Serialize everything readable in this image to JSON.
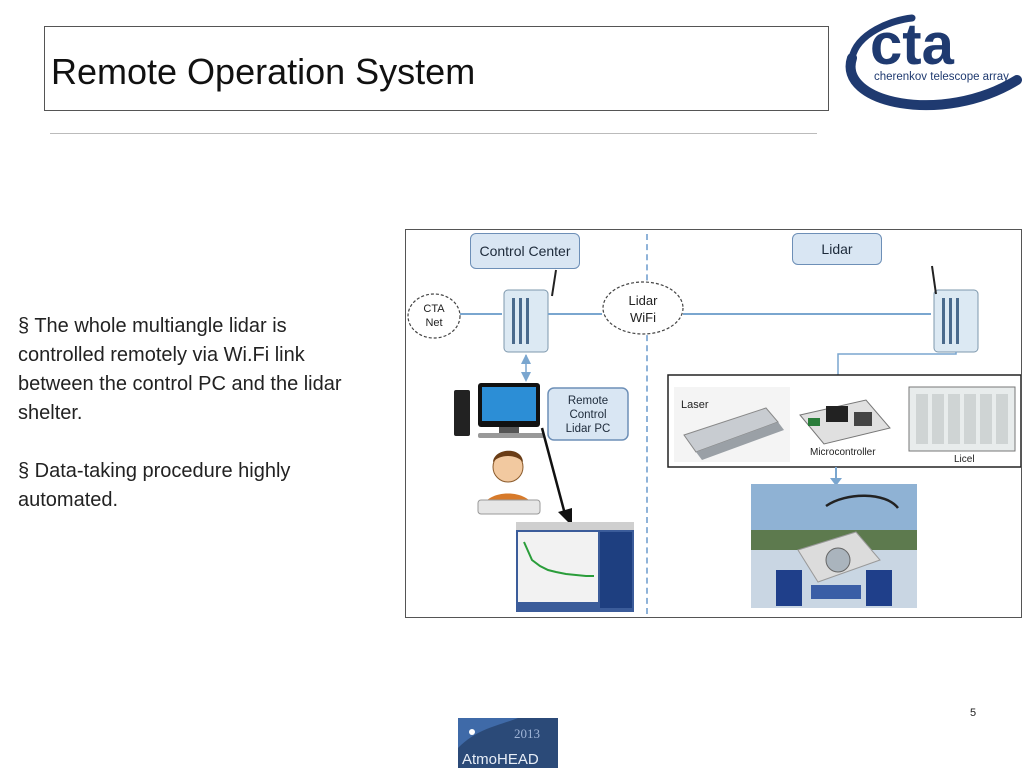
{
  "slide": {
    "title": "Remote Operation System",
    "bullets": [
      "§ The whole multiangle lidar is controlled remotely via Wi.Fi link between the control PC and the lidar shelter.",
      "§ Data-taking procedure highly automated."
    ],
    "page_number": "5"
  },
  "logo": {
    "mark": "cta",
    "subtitle": "cherenkov telescope array",
    "color": "#1f3a70"
  },
  "footer_logo": {
    "year": "2013",
    "name": "AtmoHEAD"
  },
  "diagram": {
    "control_center": "Control Center",
    "lidar": "Lidar",
    "cta_net": [
      "CTA",
      "Net"
    ],
    "lidar_wifi": [
      "Lidar",
      "WiFi"
    ],
    "remote_pc": [
      "Remote",
      "Control",
      "Lidar PC"
    ],
    "laser": "Laser",
    "microcontroller": "Microcontroller",
    "licel": "Licel"
  }
}
